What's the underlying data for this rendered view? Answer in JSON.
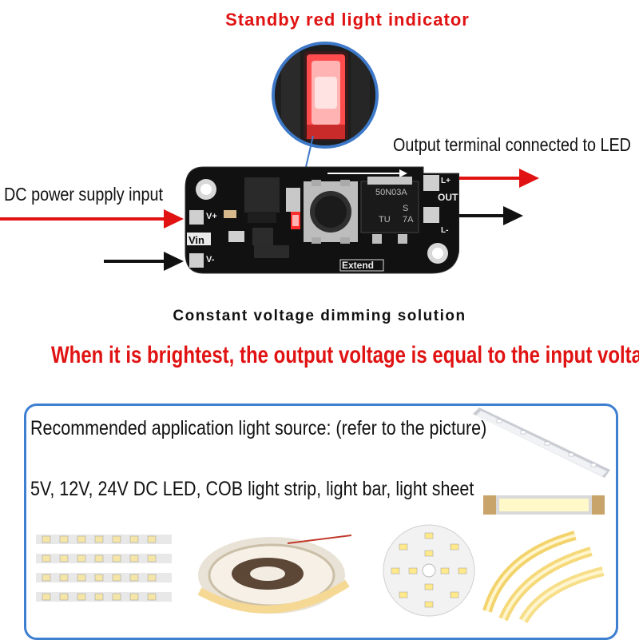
{
  "header": {
    "standby_label": "Standby red light indicator"
  },
  "callouts": {
    "output_label": "Output terminal connected to LED",
    "input_label": "DC power supply input"
  },
  "board": {
    "vin_label": "Vin",
    "vplus_label": "V+",
    "vminus_label": "V-",
    "out_label": "OUT",
    "lplus_label": "L+",
    "lminus_label": "L-",
    "extend_label": "Extend",
    "mosfet_line1": "50N03A",
    "mosfet_line2": "S",
    "mosfet_line3": "7A",
    "mosfet_line4": "TU"
  },
  "captions": {
    "solution": "Constant voltage dimming solution",
    "brightest": "When it is brightest, the output voltage is equal to the input voltage"
  },
  "applications": {
    "recommended": "Recommended application light source: (refer to the picture)",
    "types": "5V, 12V, 24V DC LED, COB light strip, light bar, light sheet"
  },
  "colors": {
    "accent_red": "#e01212",
    "panel_blue": "#3e7fd0",
    "pcb_black": "#111111"
  }
}
